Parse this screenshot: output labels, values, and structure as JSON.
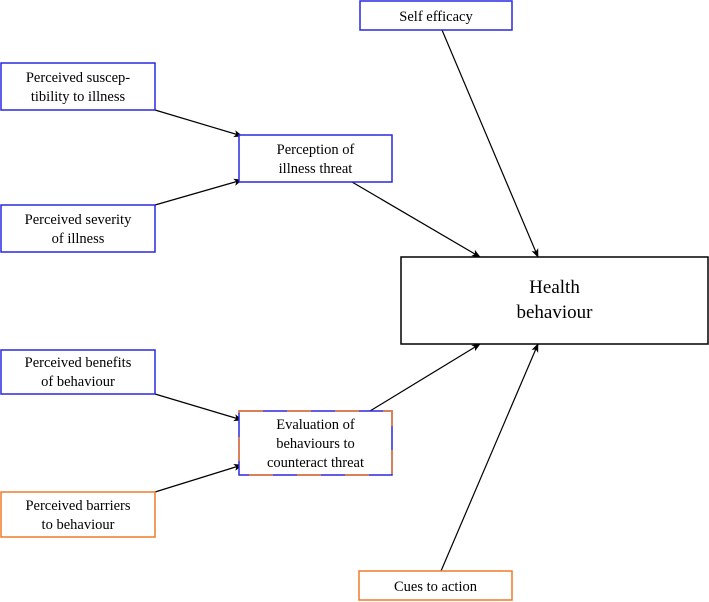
{
  "colors": {
    "blue": "#2828e0",
    "orange": "#f07a2a",
    "black": "#000000"
  },
  "nodes": {
    "self_efficacy": [
      "Self efficacy"
    ],
    "susceptibility": [
      "Perceived suscep-",
      "tibility to illness"
    ],
    "threat": [
      "Perception of",
      "illness threat"
    ],
    "severity": [
      "Perceived severity",
      "of illness"
    ],
    "health": [
      "Health",
      "behaviour"
    ],
    "benefits": [
      "Perceived benefits",
      "of behaviour"
    ],
    "evaluation": [
      "Evaluation of",
      "behaviours to",
      "counteract threat"
    ],
    "barriers": [
      "Perceived barriers",
      "to behaviour"
    ],
    "cues": [
      "Cues to action"
    ]
  }
}
